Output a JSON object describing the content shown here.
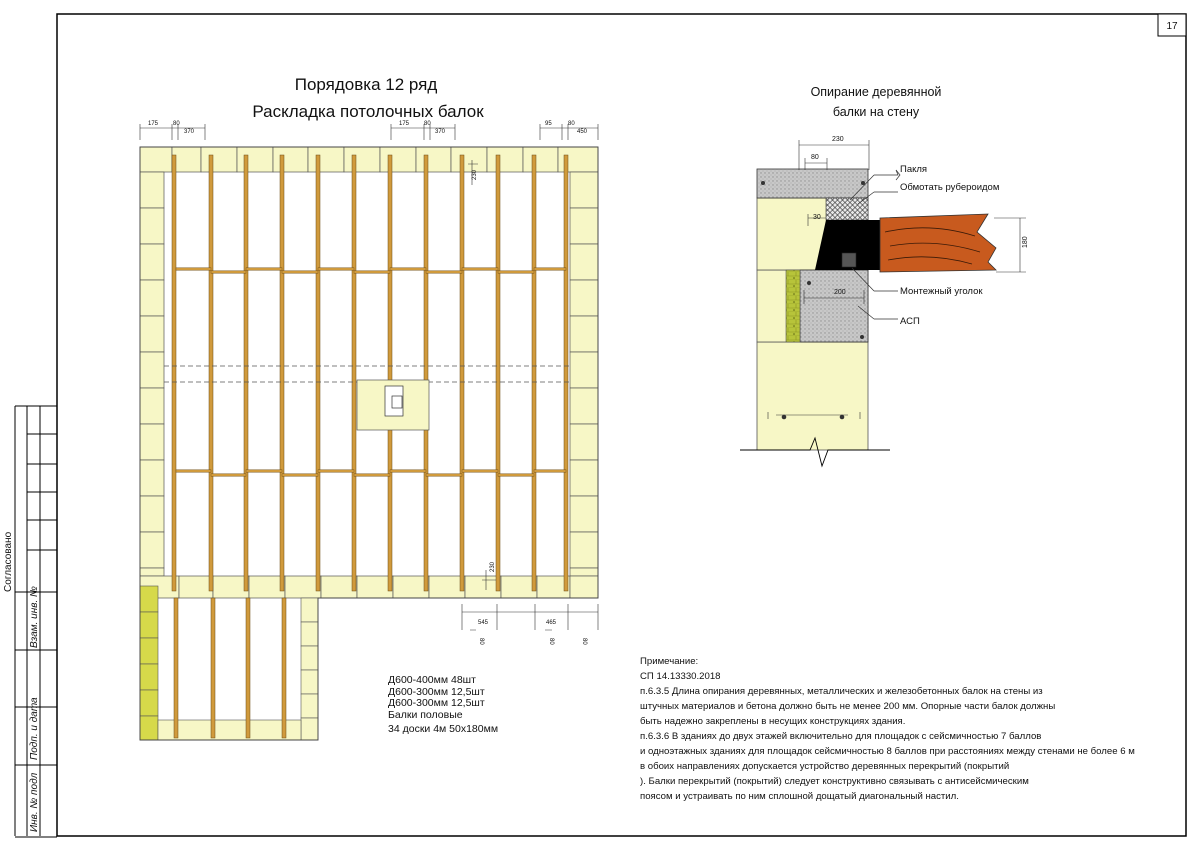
{
  "sheet": {
    "page_number": "17"
  },
  "plan": {
    "title_line1": "Порядовка 12 ряд",
    "title_line2": "Раскладка потолочных балок",
    "dims": {
      "d175": "175",
      "d80": "80",
      "d370": "370",
      "d95": "95",
      "d450": "450",
      "d230": "230",
      "d545": "545",
      "d465": "465"
    }
  },
  "legend": {
    "lines": [
      "Д600-400мм  48шт",
      "Д600-300мм  12,5шт",
      "Д600-300мм  12,5шт",
      "Балки половые",
      "34 доски 4м 50х180мм"
    ]
  },
  "detail": {
    "title_line1": "Опирание деревянной",
    "title_line2": "балки на стену",
    "dims": {
      "d230": "230",
      "d80": "80",
      "d30": "30",
      "d180": "180",
      "d200": "200"
    },
    "labels": {
      "pakla": "Пакля",
      "wrap": "Обмотать рубероидом",
      "angle": "Монтежный уголок",
      "asp": "АСП"
    }
  },
  "note": {
    "lines": [
      "Примечание:",
      "СП 14.13330.2018",
      "п.6.3.5 Длина опирания деревянных, металлических и железобетонных балок на стены из",
      "штучных материалов и бетона должно быть не менее 200 мм. Опорные части балок должны",
      "быть надежно закреплены в несущих конструкциях здания.",
      "п.6.3.6 В зданиях до двух этажей включительно для площадок с сейсмичностью 7 баллов",
      "и одноэтажных зданиях для площадок сейсмичностью 8 баллов при расстояниях между стенами не более 6 м",
      "в обоих направлениях допускается устройство деревянных перекрытий (покрытий",
      "). Балки перекрытий (покрытий) следует конструктивно связывать с антисейсмическим",
      "поясом и устраивать по ним сплошной дощатый диагональный настил."
    ]
  },
  "stamp": {
    "soglasovano": "Согласовано",
    "vzam": "Взам. инв. №",
    "podp": "Подп. и дата",
    "inv": "Инв. № подл"
  },
  "colors": {
    "block": "#f7f7c6",
    "beam": "#d09a3c",
    "greenblock": "#d6d94a",
    "wood": "#c85a1e",
    "concrete": "#c8c8c8"
  }
}
